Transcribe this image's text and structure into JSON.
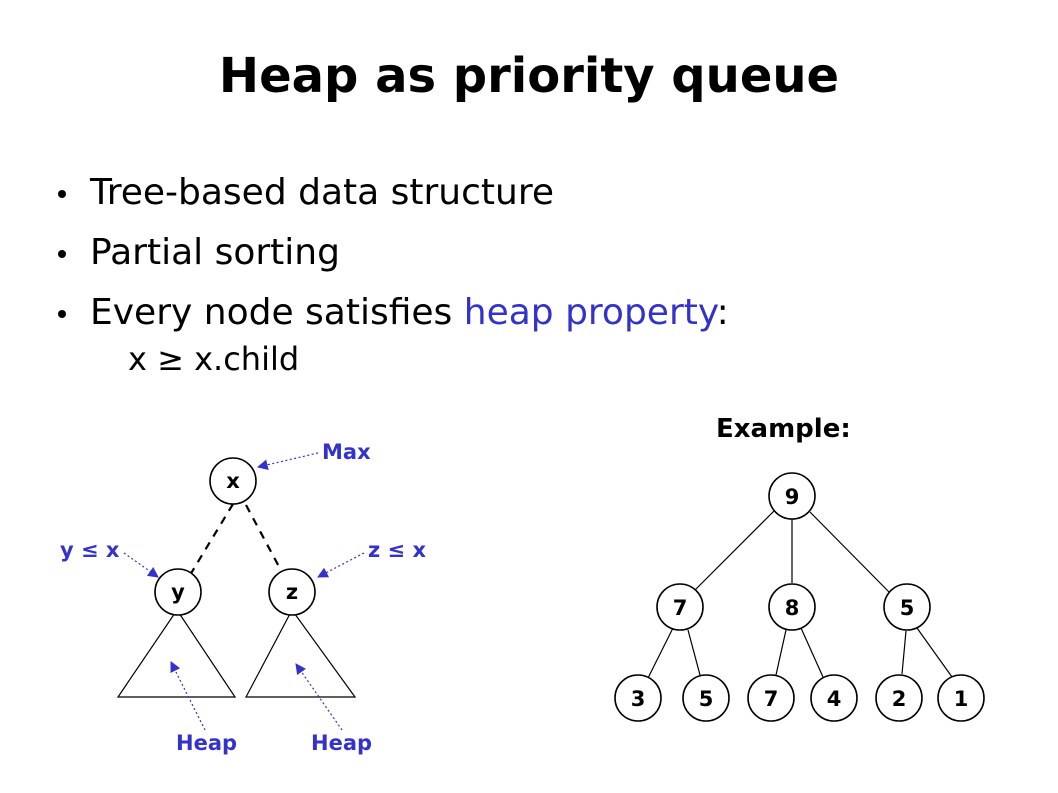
{
  "slide": {
    "title": "Heap as priority queue",
    "bullets": [
      {
        "text": "Tree-based data structure"
      },
      {
        "text": "Partial sorting"
      },
      {
        "text_before": "Every node satisfies ",
        "highlight": "heap property",
        "text_after": ":"
      }
    ],
    "sub_formula": "x ≥ x.child"
  },
  "left_diagram": {
    "nodes": {
      "root": "x",
      "left": "y",
      "right": "z"
    },
    "labels": {
      "max": "Max",
      "y_rel": "y ≤ x",
      "z_rel": "z ≤ x",
      "heap_left": "Heap",
      "heap_right": "Heap"
    }
  },
  "example": {
    "label": "Example:",
    "root": "9",
    "level1": [
      "7",
      "8",
      "5"
    ],
    "level2": [
      "3",
      "5",
      "7",
      "4",
      "2",
      "1"
    ]
  },
  "colors": {
    "highlight": "#3333cc",
    "text": "#000000"
  }
}
